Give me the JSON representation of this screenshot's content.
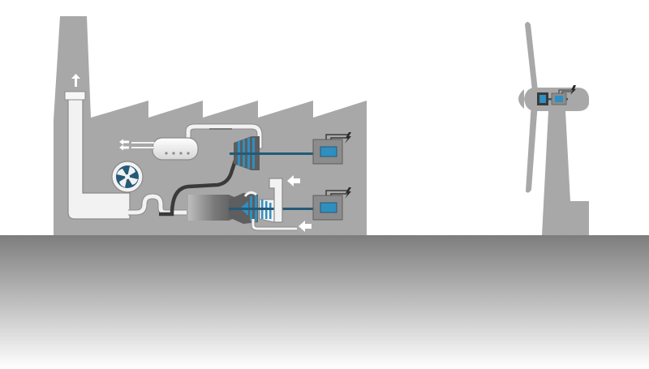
{
  "colors": {
    "background": "#ffffff",
    "building": "#a8a8a8",
    "ground_top": "#7d7d7d",
    "ground_bottom": "#ffffff",
    "pipe_light": "#f2f2f2",
    "pipe_outline": "#8a8a8a",
    "pipe_dark": "#3a3a3a",
    "steel_blue": "#245a78",
    "accent_blue": "#2f8fc0",
    "housing": "#8c8c8c",
    "housing_dark": "#5e5e5e",
    "arrow": "#ffffff",
    "turbine": "#a8a8a8"
  },
  "icons": {
    "exhaust_arrow": "arrow-up-icon",
    "heat_arrows": "arrow-left-icon",
    "air_inlet_arrows": "arrow-left-icon",
    "cooling_fan": "fan-icon",
    "electricity": "lightning-icon"
  },
  "components": {
    "chimney": "chimney",
    "heat_exchanger": "heat-recovery-steam-generator",
    "steam_turbine": "steam-turbine",
    "gas_turbine": "gas-turbine",
    "generator_upper": "generator",
    "generator_lower": "generator",
    "wind_turbine": "wind-turbine"
  }
}
